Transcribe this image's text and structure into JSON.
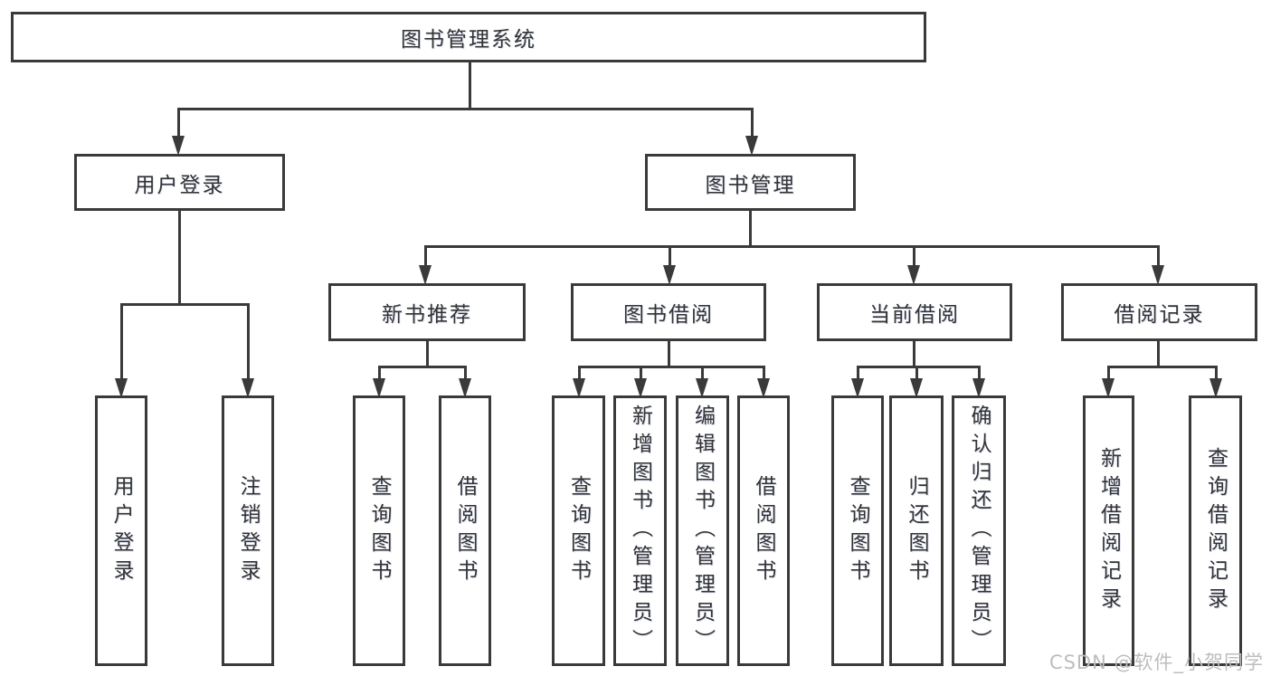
{
  "diagram_title": "图书管理系统",
  "watermark": "CSDN @软件_小贺同学",
  "colors": {
    "line": "#3a3a3a",
    "text": "#333333",
    "watermark": "#bdbdbd",
    "background": "#ffffff"
  },
  "nodes": {
    "root": {
      "label": "图书管理系统"
    },
    "user_login": {
      "label": "用户登录"
    },
    "book_mgmt": {
      "label": "图书管理"
    },
    "new_book_rec": {
      "label": "新书推荐"
    },
    "book_borrow": {
      "label": "图书借阅"
    },
    "current_borrow": {
      "label": "当前借阅"
    },
    "borrow_record": {
      "label": "借阅记录"
    },
    "leaf_user_login": {
      "label": "用户登录"
    },
    "leaf_logout": {
      "label": "注销登录"
    },
    "leaf_query_book_1": {
      "label": "查询图书"
    },
    "leaf_borrow_book_1": {
      "label": "借阅图书"
    },
    "leaf_query_book_2": {
      "label": "查询图书"
    },
    "leaf_add_book": {
      "label": "新增图书（管理员）"
    },
    "leaf_edit_book": {
      "label": "编辑图书（管理员）"
    },
    "leaf_borrow_book_2": {
      "label": "借阅图书"
    },
    "leaf_query_book_3": {
      "label": "查询图书"
    },
    "leaf_return_book": {
      "label": "归还图书"
    },
    "leaf_confirm_return": {
      "label": "确认归还（管理员）"
    },
    "leaf_add_borrow_record": {
      "label": "新增借阅记录"
    },
    "leaf_query_borrow_record": {
      "label": "查询借阅记录"
    }
  },
  "hierarchy": {
    "root": [
      "user_login",
      "book_mgmt"
    ],
    "user_login": [
      "leaf_user_login",
      "leaf_logout"
    ],
    "book_mgmt": [
      "new_book_rec",
      "book_borrow",
      "current_borrow",
      "borrow_record"
    ],
    "new_book_rec": [
      "leaf_query_book_1",
      "leaf_borrow_book_1"
    ],
    "book_borrow": [
      "leaf_query_book_2",
      "leaf_add_book",
      "leaf_edit_book",
      "leaf_borrow_book_2"
    ],
    "current_borrow": [
      "leaf_query_book_3",
      "leaf_return_book",
      "leaf_confirm_return"
    ],
    "borrow_record": [
      "leaf_add_borrow_record",
      "leaf_query_borrow_record"
    ]
  }
}
